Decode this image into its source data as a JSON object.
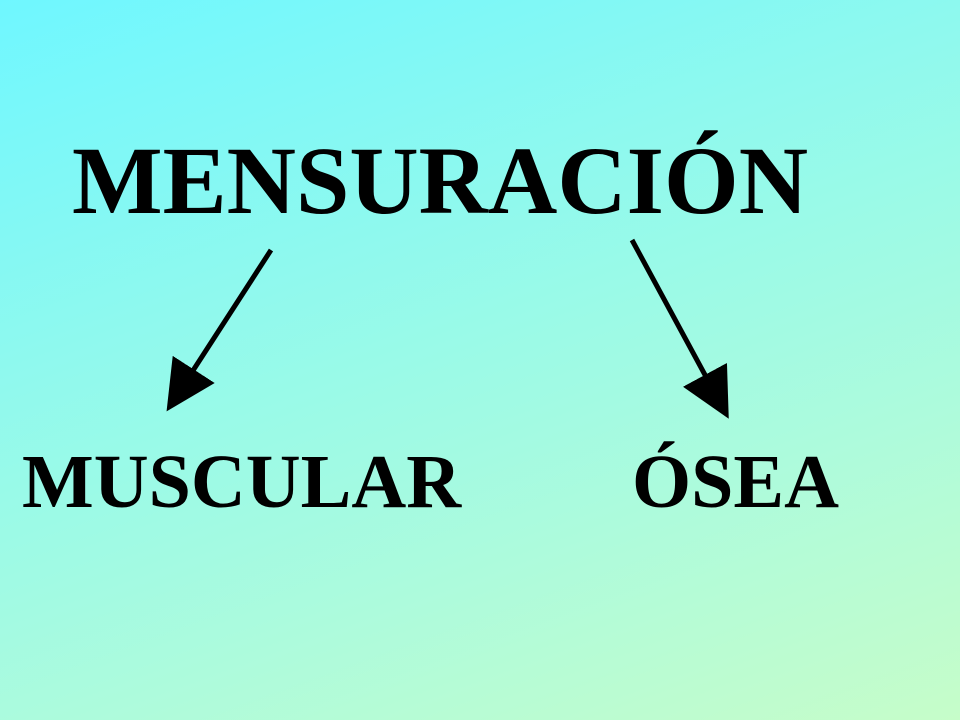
{
  "title": "MENSURACIÓN",
  "branches": [
    {
      "label": "MUSCULAR"
    },
    {
      "label": "ÓSEA"
    }
  ],
  "colors": {
    "background_top_left": "#6ff7ff",
    "background_bottom_right": "#c6fdc9",
    "text": "#000000"
  }
}
